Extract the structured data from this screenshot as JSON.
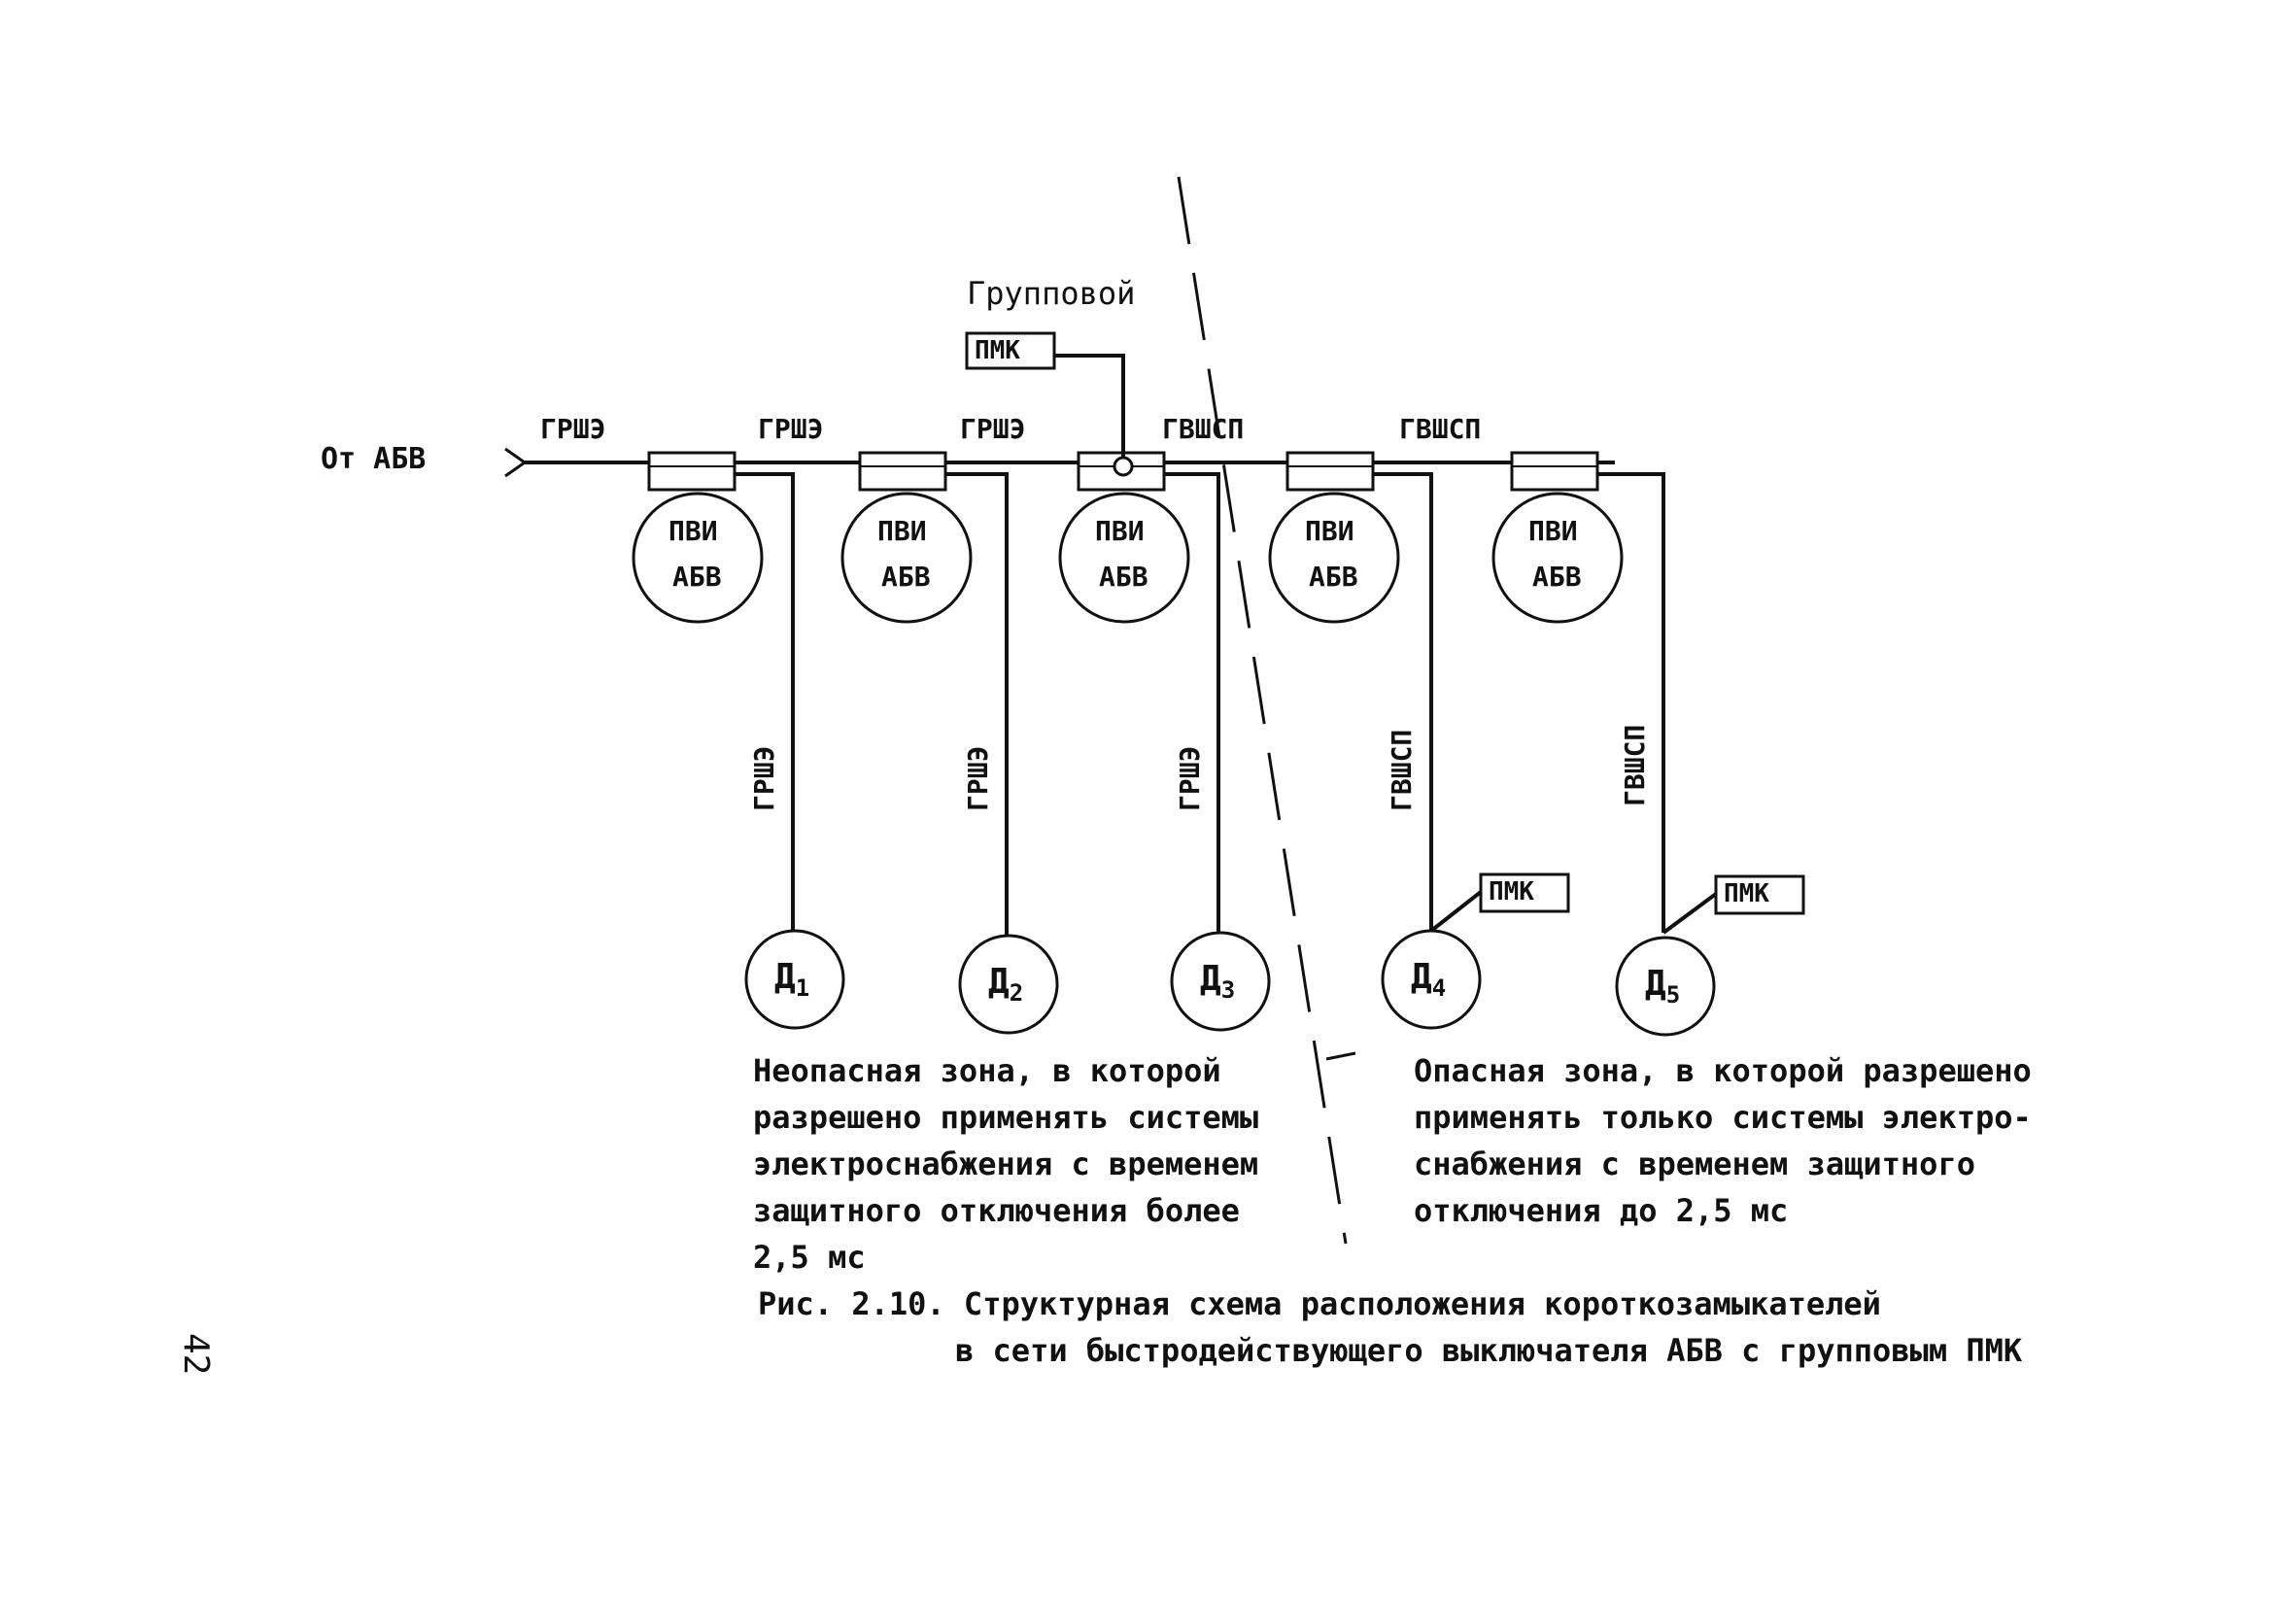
{
  "diagram": {
    "source_label": "От АБВ",
    "group_label": "Групповой",
    "group_pmk": "ПМК",
    "cable_top": [
      "ГРШЭ",
      "ГРШЭ",
      "ГРШЭ",
      "ГВШСП",
      "ГВШСП"
    ],
    "switch_labels": [
      {
        "line1": "ПВИ",
        "line2": "АБВ"
      },
      {
        "line1": "ПВИ",
        "line2": "АБВ"
      },
      {
        "line1": "ПВИ",
        "line2": "АБВ"
      },
      {
        "line1": "ПВИ",
        "line2": "АБВ"
      },
      {
        "line1": "ПВИ",
        "line2": "АБВ"
      }
    ],
    "cable_vertical": [
      "ГРШЭ",
      "ГРШЭ",
      "ГРШЭ",
      "ГВШСП",
      "ГВШСП"
    ],
    "motors": [
      {
        "label": "Д",
        "sub": "1"
      },
      {
        "label": "Д",
        "sub": "2"
      },
      {
        "label": "Д",
        "sub": "3"
      },
      {
        "label": "Д",
        "sub": "4"
      },
      {
        "label": "Д",
        "sub": "5"
      }
    ],
    "motor_pmk": [
      "ПМК",
      "ПМК"
    ]
  },
  "zones": {
    "safe": "Неопасная зона, в которой\nразрешено применять системы\nэлектроснабжения с временем\nзащитного отключения более\n2,5 мс",
    "danger": "Опасная зона, в которой разрешено\nприменять только системы электро-\nснабжения с временем защитного\nотключения до 2,5 мс"
  },
  "caption": {
    "line1": "Рис. 2.10. Структурная схема расположения короткозамыкателей",
    "line2": "в сети быстродействующего выключателя АБВ с групповым ПМК"
  },
  "page_number": "42"
}
